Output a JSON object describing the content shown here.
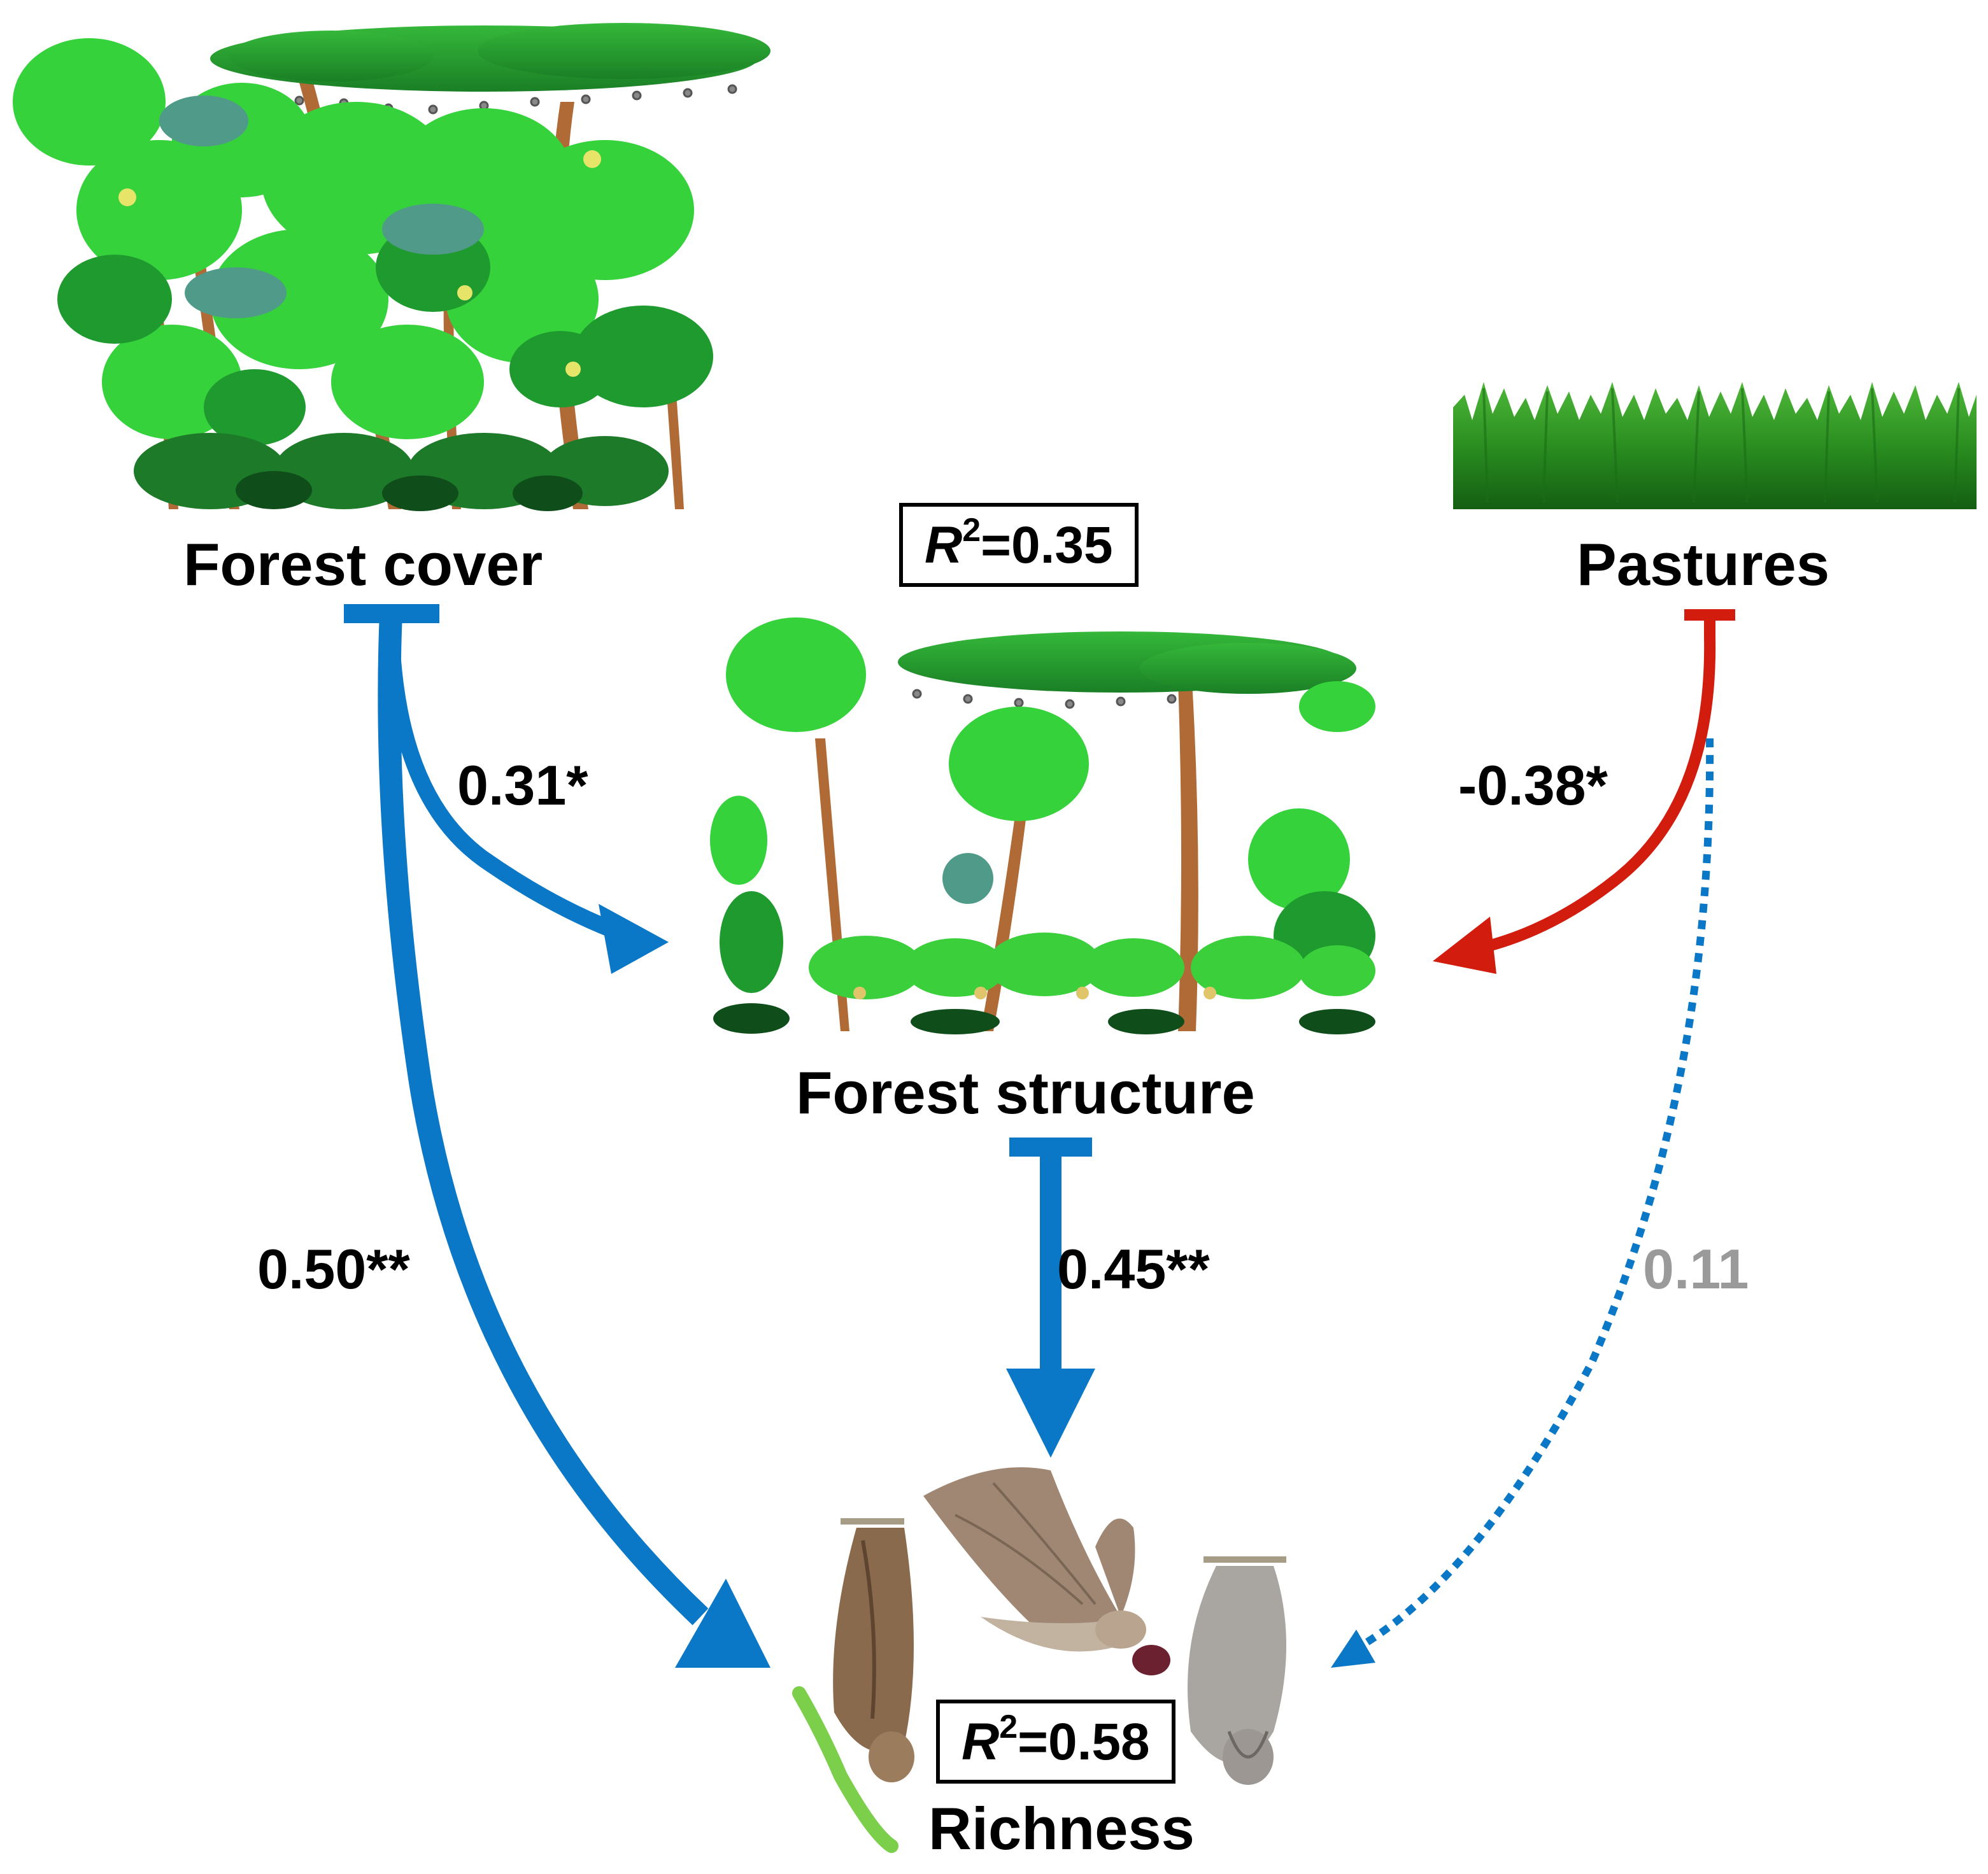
{
  "nodes": {
    "forest_cover": {
      "label": "Forest cover"
    },
    "pastures": {
      "label": "Pastures"
    },
    "forest_structure": {
      "label": "Forest structure",
      "r2_value": "=0.35"
    },
    "richness": {
      "label": "Richness",
      "r2_value": "=0.58"
    }
  },
  "r2_symbol": "R",
  "r2_superscript": "2",
  "paths": {
    "cover_to_structure": {
      "coefficient": "0.31*",
      "significant": true,
      "sign": "positive"
    },
    "pastures_to_structure": {
      "coefficient": "-0.38*",
      "significant": true,
      "sign": "negative"
    },
    "structure_to_richness": {
      "coefficient": "0.45**",
      "significant": true,
      "sign": "positive"
    },
    "cover_to_richness": {
      "coefficient": "0.50**",
      "significant": true,
      "sign": "positive"
    },
    "pastures_to_richness": {
      "coefficient": "0.11",
      "significant": false,
      "sign": "positive"
    }
  },
  "colors": {
    "positive": "#0a78c6",
    "negative": "#d21c0e",
    "nonsignificant_text": "#9a9a9a",
    "foliage_light": "#3ccf3c",
    "foliage_dark": "#1e8a2a",
    "trunk": "#b3652e",
    "grass": "#2f9a22",
    "bat_brown": "#8a6a4c",
    "bat_grey": "#a9a5a0"
  }
}
